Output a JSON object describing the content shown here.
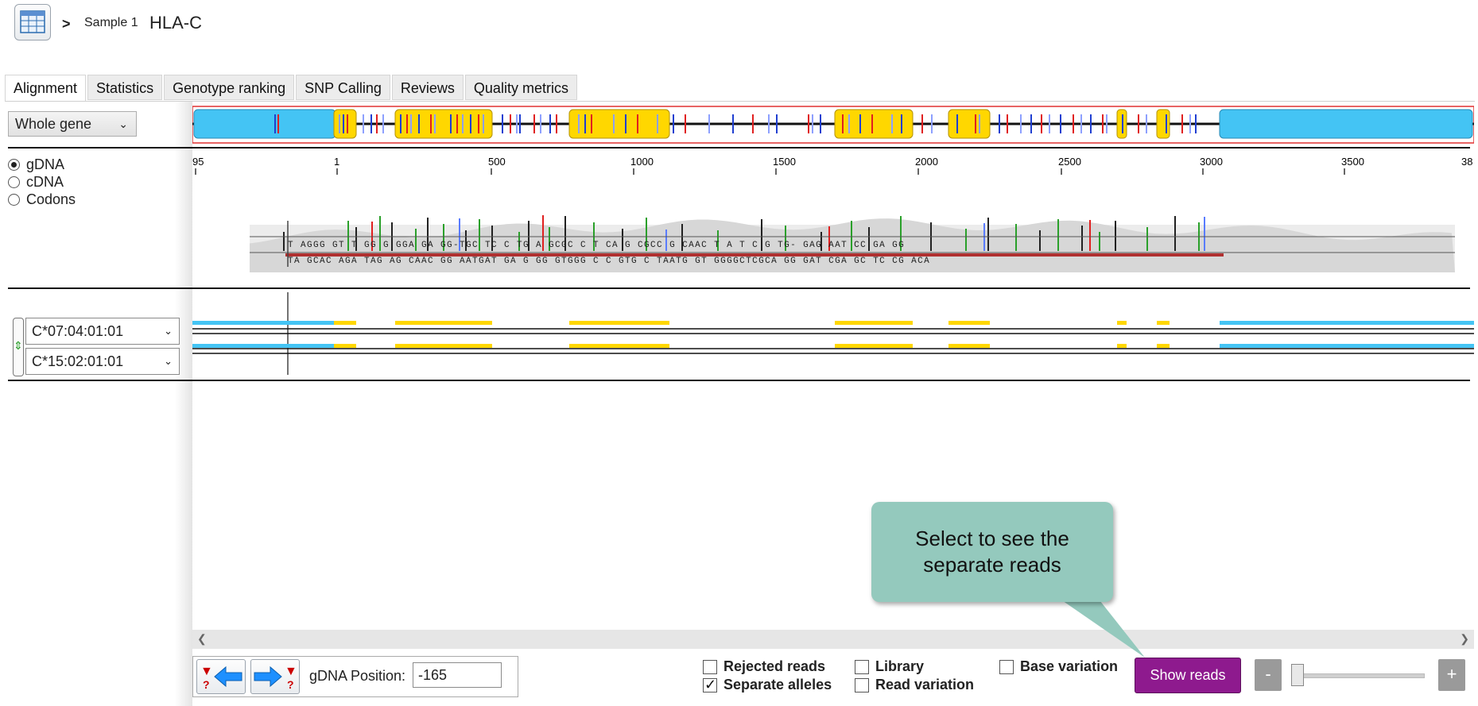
{
  "header": {
    "home_icon": "table-grid-icon",
    "separator": ">",
    "sample": "Sample 1",
    "gene": "HLA-C"
  },
  "tabs": [
    "Alignment",
    "Statistics",
    "Genotype ranking",
    "SNP Calling",
    "Reviews",
    "Quality metrics"
  ],
  "active_tab": "Alignment",
  "region_select": {
    "value": "Whole gene"
  },
  "view_mode": {
    "options": [
      "gDNA",
      "cDNA",
      "Codons"
    ],
    "selected": "gDNA"
  },
  "axis_ticks": [
    "95",
    "1",
    "500",
    "1000",
    "1500",
    "2000",
    "2500",
    "3000",
    "3500",
    "38"
  ],
  "alleles": [
    {
      "value": "C*07:04:01:01"
    },
    {
      "value": "C*15:02:01:01"
    }
  ],
  "nav": {
    "prev_icon": "prev-variant-icon",
    "next_icon": "next-variant-icon",
    "position_label": "gDNA Position:",
    "position_value": "-165"
  },
  "checkboxes": {
    "rejected_reads": {
      "label": "Rejected reads",
      "checked": false
    },
    "separate_alleles": {
      "label": "Separate alleles",
      "checked": true
    },
    "library": {
      "label": "Library",
      "checked": false
    },
    "read_variation": {
      "label": "Read variation",
      "checked": false
    },
    "base_variation": {
      "label": "Base variation",
      "checked": false
    }
  },
  "show_reads_button": "Show reads",
  "zoom": {
    "minus": "-",
    "plus": "+",
    "level": 0.0
  },
  "callout": {
    "line1": "Select to see the",
    "line2": "separate reads"
  },
  "colors": {
    "exon": "#ffd700",
    "utr": "#44c4f4",
    "show_reads": "#8e1a8e",
    "callout": "#94c9bd"
  }
}
